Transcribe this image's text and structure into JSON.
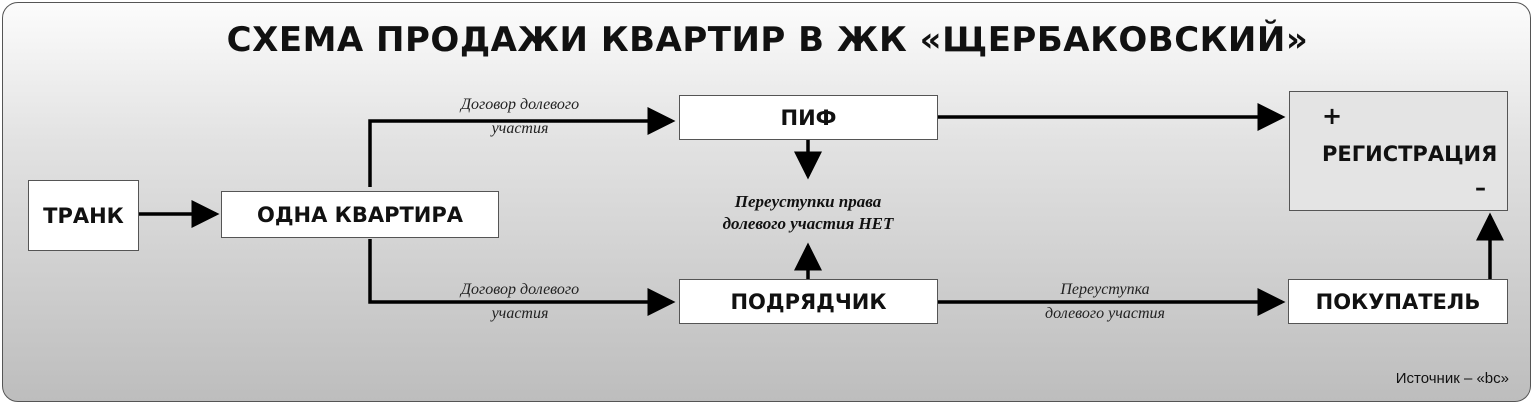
{
  "title": "СХЕМА ПРОДАЖИ КВАРТИР В ЖК «ЩЕРБАКОВСКИЙ»",
  "nodes": {
    "trank": "ТРАНК",
    "odna_kvartira": "ОДНА КВАРТИРА",
    "pif": "ПИФ",
    "podryadchik": "ПОДРЯДЧИК",
    "pokupatel": "ПОКУПАТЕЛЬ",
    "registraciya": {
      "label": "РЕГИСТРАЦИЯ",
      "plus": "+",
      "minus": "–"
    }
  },
  "edge_labels": {
    "ddu_top": [
      "Договор долевого",
      "участия"
    ],
    "ddu_bottom": [
      "Договор долевого",
      "участия"
    ],
    "pereustupka": [
      "Переуступка",
      "долевого участия"
    ],
    "net_pereustupki": [
      "Переуступки права",
      "долевого участия НЕТ"
    ]
  },
  "source": "Источник – «bc»"
}
